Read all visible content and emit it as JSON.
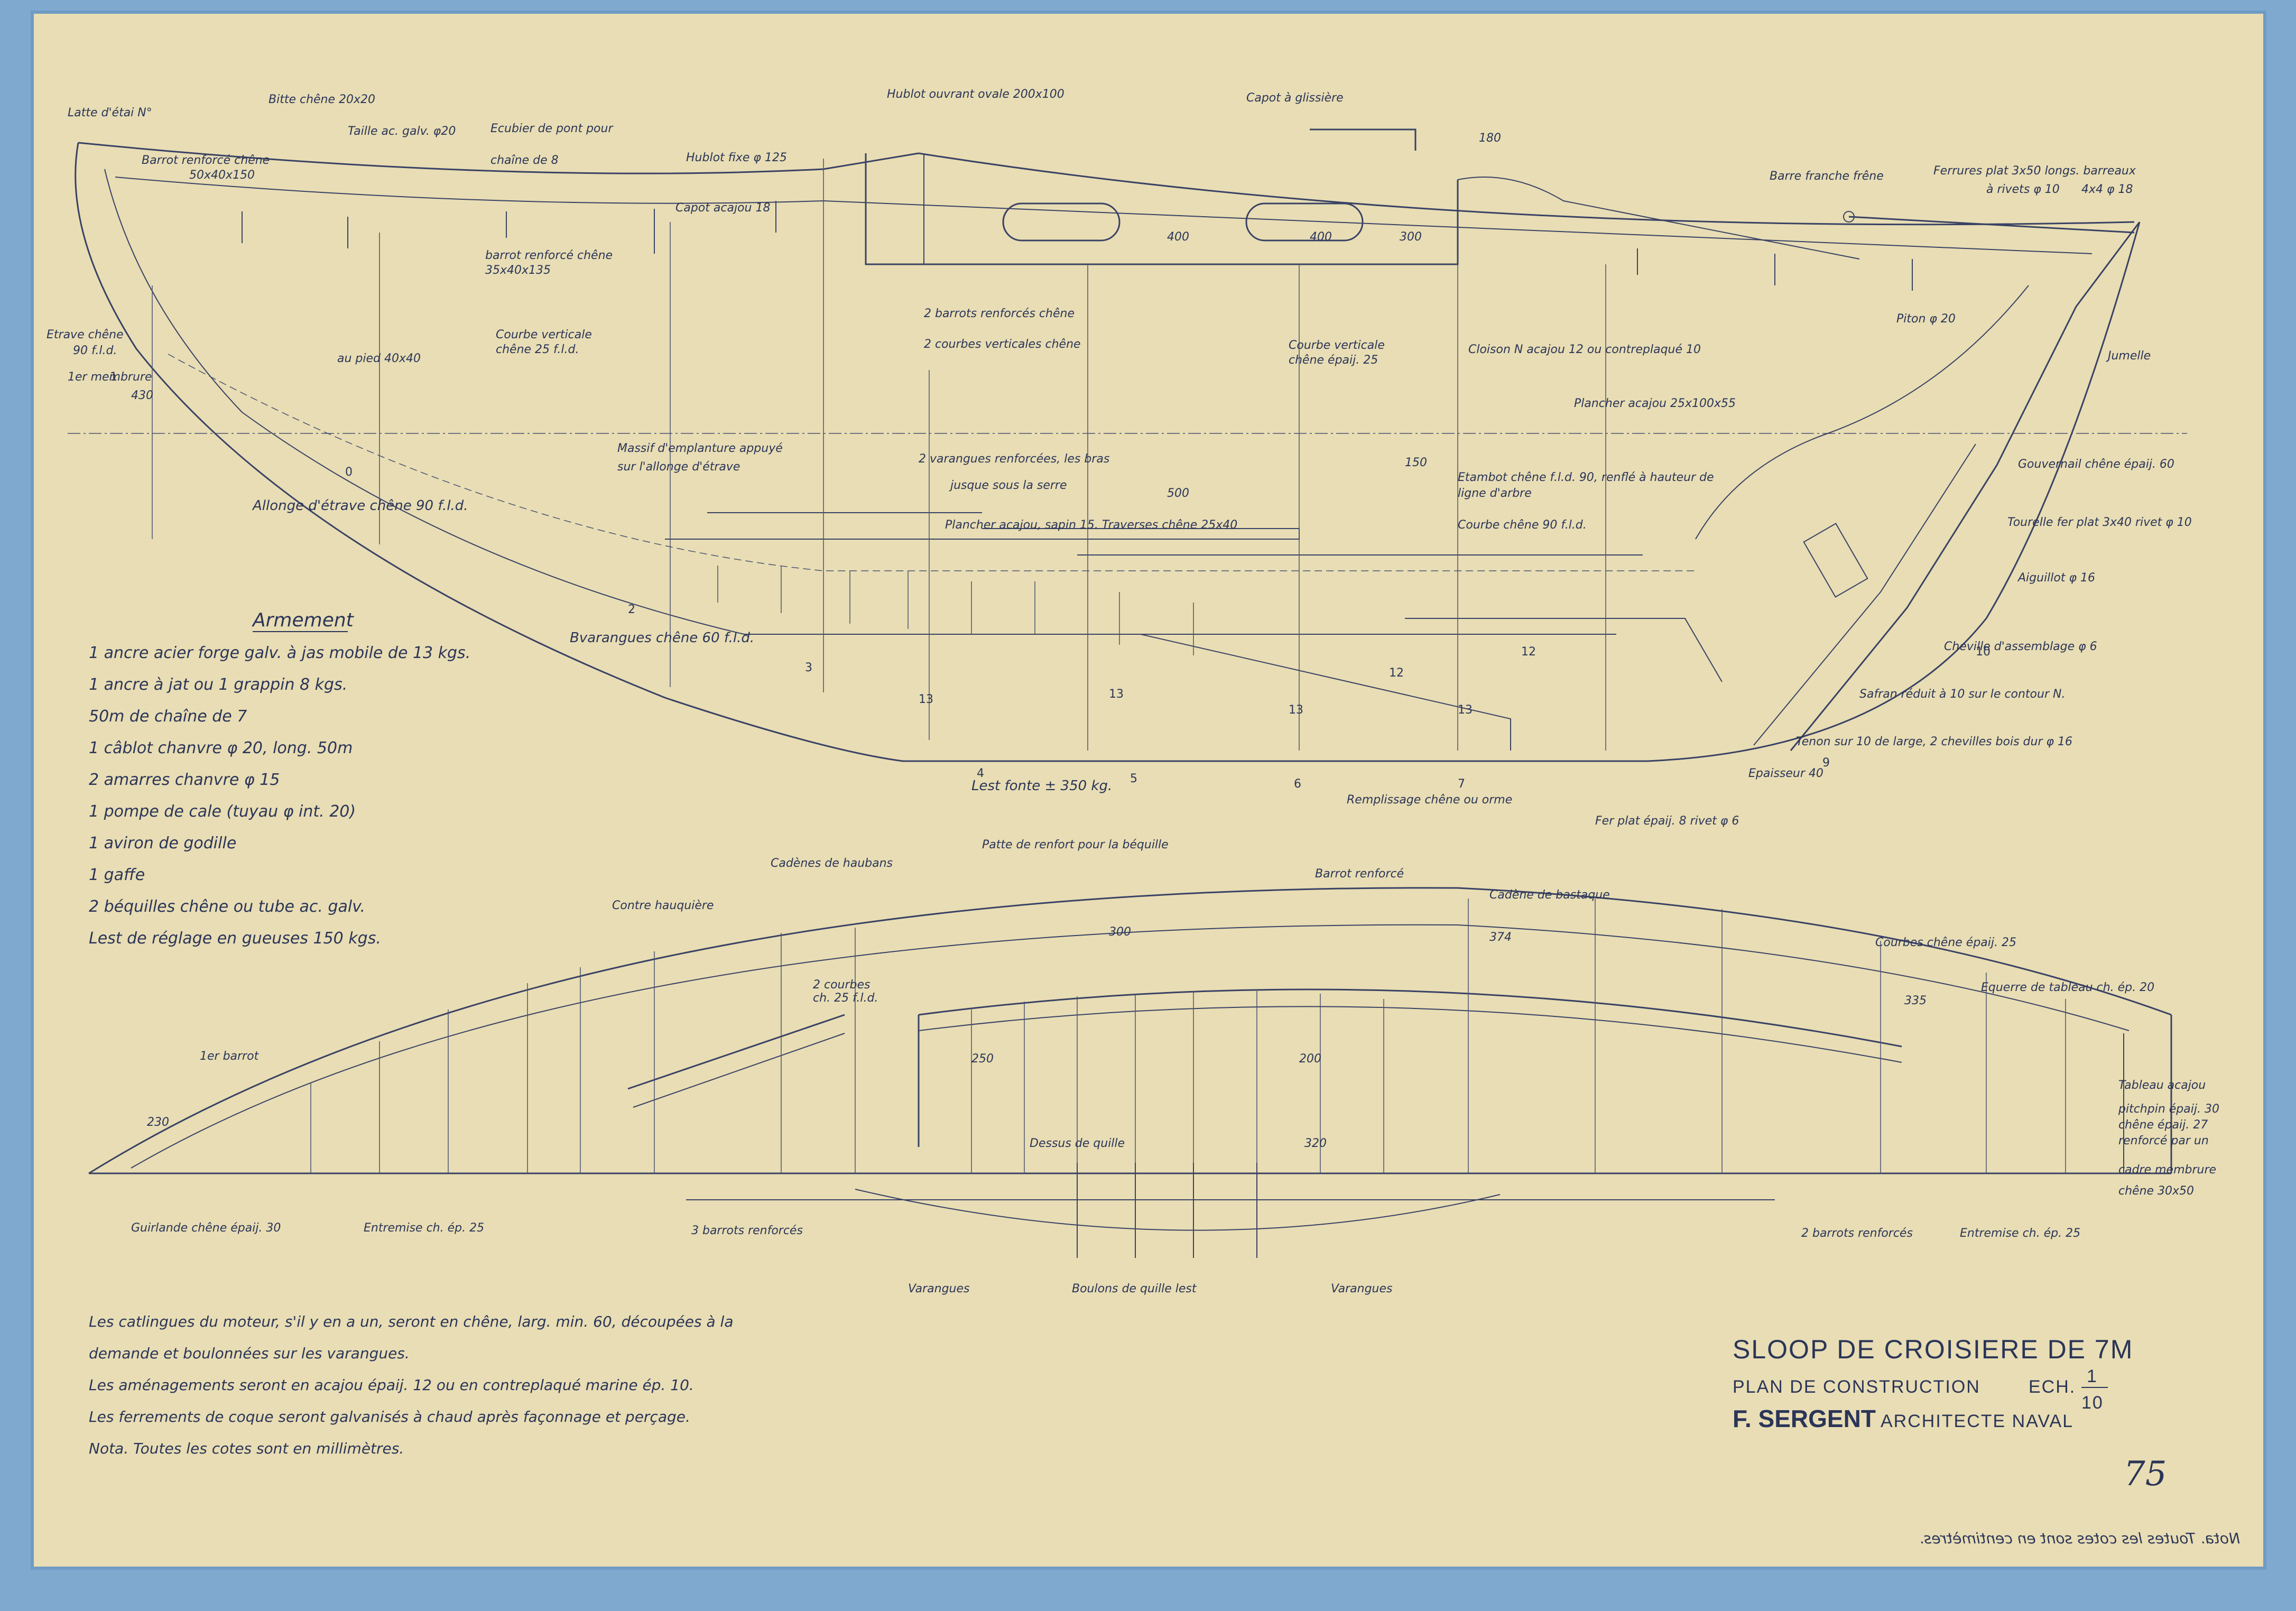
{
  "colors": {
    "paper": "#e8ddb4",
    "tape": "#7fa9cf",
    "ink": "#2b3558"
  },
  "profile_labels": {
    "latte_etai": "Latte d'étai N°",
    "bitte": "Bitte chêne 20x20",
    "barrot_renfort": "Barrot renforcé chêne",
    "barrot_renfort_dim": "50x40x150",
    "taille": "Taille ac. galv. φ20",
    "ecubier": "Ecubier de pont pour",
    "ecubier2": "chaîne de 8",
    "hublot_ouvrant": "Hublot ouvrant ovale 200x100",
    "hublot_fixe": "Hublot fixe φ 125",
    "capot_glissiere": "Capot à glissière",
    "capot_acajou": "Capot acajou 18",
    "barrot_renforce_chene": "barrot renforcé chêne",
    "barrot_dim": "35x40x135",
    "deux_barrots": "2 barrots renforcés chêne",
    "deux_courbes": "2 courbes verticales chêne",
    "courbe_verticale": "Courbe verticale",
    "courbe_verticale2": "chêne 25 f.l.d.",
    "courbe_verticale_b": "Courbe verticale",
    "courbe_verticale_b2": "chêne épaij. 25",
    "cloison": "Cloison N acajou 12 ou contreplaqué 10",
    "plancher_acajou": "Plancher acajou 25x100x55",
    "etrave": "Etrave chêne",
    "etrave2": "90 f.l.d.",
    "premier_membre": "1er membrure",
    "dim_430": "430",
    "au_pied": "au pied 40x40",
    "massif": "Massif d'emplanture appuyé",
    "massif2": "sur l'allonge d'étrave",
    "varangues_renf": "2 varangues renforcées, les bras",
    "varangues_renf2": "jusque sous la serre",
    "allonge": "Allonge d'étrave chêne 90 f.l.d.",
    "plancher": "Plancher acajou, sapin 15. Traverses chêne 25x40",
    "varangues_chene": "Bvarangues chêne 60 f.l.d.",
    "lest": "Lest fonte ± 350 kg.",
    "etambot": "Etambot chêne f.l.d. 90, renflé à hauteur de",
    "etambot2": "ligne d'arbre",
    "courbe_chene": "Courbe chêne 90 f.l.d.",
    "barre_franche": "Barre franche frêne",
    "ferrures": "Ferrures plat 3x50 longs. barreaux",
    "ferrures2": "à rivets φ 10",
    "ferrures3": "4x4 φ 18",
    "pitonf": "Piton φ 20",
    "jumelle": "Jumelle",
    "gouvernail": "Gouvernail chêne épaij. 60",
    "tourelle": "Tourelle fer plat 3x40 rivet φ 10",
    "aiguillot": "Aiguillot φ 16",
    "cheville": "Cheville d'assemblage φ 6",
    "safran": "Safran réduit à 10 sur le contour N.",
    "tenon": "Tenon sur 10 de large, 2 chevilles bois dur φ 16",
    "epaisseur": "Epaisseur 40",
    "remplissage": "Remplissage chêne ou orme",
    "fer_plat": "Fer plat épaij. 8 rivet φ 6",
    "dim_400a": "400",
    "dim_400b": "400",
    "dim_300": "300",
    "dim_150": "150",
    "dim_180": "180",
    "dim_500": "500"
  },
  "armement": {
    "heading": "Armement",
    "lines": [
      "1 ancre acier forge galv. à jas mobile de 13 kgs.",
      "1 ancre à jat ou 1 grappin 8 kgs.",
      "50m de chaîne de 7",
      "1 câblot chanvre φ 20, long. 50m",
      "2 amarres chanvre φ 15",
      "1 pompe de cale (tuyau φ int. 20)",
      "1 aviron de godille",
      "1 gaffe",
      "2 béquilles chêne ou tube ac. galv.",
      "Lest de réglage en gueuses 150 kgs."
    ]
  },
  "plan_labels": {
    "cadene_hauban": "Cadènes de haubans",
    "patte_renfort": "Patte de renfort pour la béquille",
    "barrot_renforce": "Barrot renforcé",
    "cadene_bastaque": "Cadène de bastaque",
    "contre_hauquiere": "Contre hauquière",
    "deux_courbes": "2 courbes",
    "deux_courbes2": "ch. 25 f.l.d.",
    "courbes_chene": "Courbes chêne épaij. 25",
    "equerre": "Equerre de tableau ch. ép. 20",
    "premier_barrot": "1er barrot",
    "tableau": "Tableau acajou",
    "tableau2": "pitchpin épaij. 30",
    "tableau3": "chêne épaij. 27",
    "tableau4": "renforcé par un",
    "tableau5": "cadre membrure",
    "tableau6": "chêne 30x50",
    "dessus_quille": "Dessus de quille",
    "guirlande": "Guirlande chêne épaij. 30",
    "entremise": "Entremise ch. ép. 25",
    "trois_barrots": "3 barrots renforcés",
    "deux_barrots": "2 barrots renforcés",
    "entremise2": "Entremise ch. ép. 25",
    "varangues1": "Varangues",
    "boulons": "Boulons de quille lest",
    "varangues2": "Varangues",
    "d300": "300",
    "d200": "200",
    "d250": "250",
    "d230": "230",
    "d374": "374",
    "d320": "320",
    "d335": "335"
  },
  "notes": [
    "Les catlingues du moteur, s'il y en a un, seront en chêne, larg. min. 60, découpées à la",
    "demande et boulonnées sur les varangues.",
    "Les aménagements seront en acajou épaij. 12 ou en contreplaqué marine ép. 10.",
    "Les ferrements de coque seront galvanisés à chaud après façonnage et perçage.",
    "Nota. Toutes les cotes sont en millimètres."
  ],
  "title_block": {
    "title": "SLOOP DE CROISIERE DE 7M",
    "subtitle": "PLAN DE CONSTRUCTION",
    "scale_label": "ECH.",
    "scale_num": "1",
    "scale_den": "10",
    "architect": "F. SERGENT",
    "architect_role": "ARCHITECTE NAVAL"
  },
  "sheet_number": "75",
  "mirrored_note": "Nota. Toutes les cotes sont en centimètres."
}
